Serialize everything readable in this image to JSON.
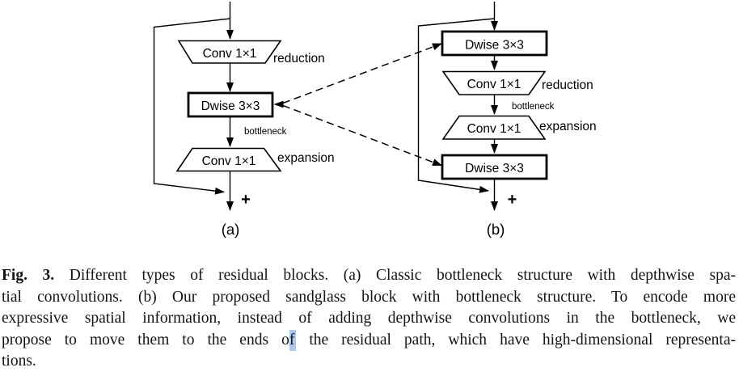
{
  "figure": {
    "a": {
      "reduction_block": "Conv 1×1",
      "reduction_label": "reduction",
      "dwise_block": "Dwise 3×3",
      "bottleneck_label": "bottleneck",
      "expansion_block": "Conv 1×1",
      "expansion_label": "expansion",
      "sum_symbol": "+",
      "sublabel": "(a)"
    },
    "b": {
      "dwise_top_block": "Dwise 3×3",
      "reduction_block": "Conv 1×1",
      "reduction_label": "reduction",
      "bottleneck_label": "bottleneck",
      "expansion_block": "Conv 1×1",
      "expansion_label": "expansion",
      "dwise_bottom_block": "Dwise 3×3",
      "sum_symbol": "+",
      "sublabel": "(b)"
    }
  },
  "caption": {
    "tag": "Fig. 3.",
    "line1_rest": " Different types of residual blocks. (a) Classic bottleneck structure with depthwise spa-",
    "line2": "tial convolutions. (b) Our proposed sandglass block with bottleneck structure. To encode more",
    "line3": "expressive spatial information, instead of adding depthwise convolutions in the bottleneck, we",
    "line4_before": "propose to move them to the ends o",
    "line4_selected": "f",
    "line4_after": " the residual path, which have high-dimensional representa-",
    "line5": "tions."
  },
  "colors": {
    "ink": "#000000",
    "selection_highlight": "#abcbe9",
    "background": "#ffffff"
  }
}
